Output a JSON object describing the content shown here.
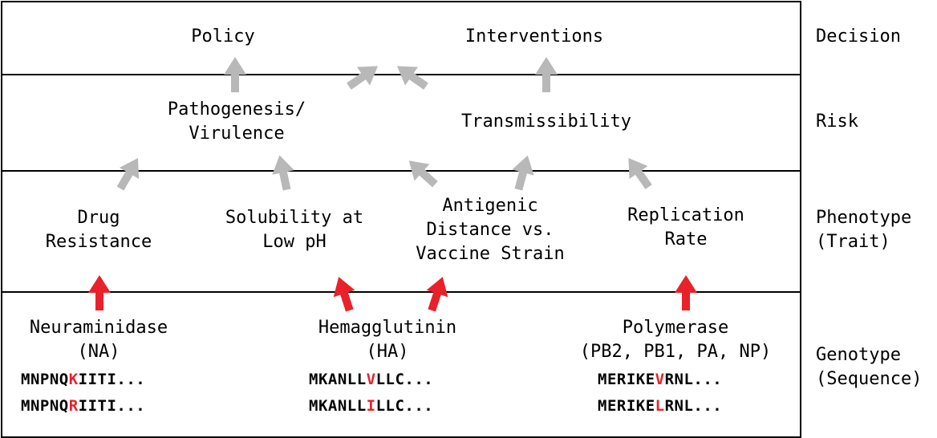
{
  "tiers": {
    "decision": "Decision",
    "risk": "Risk",
    "phenotype": [
      "Phenotype",
      "(Trait)"
    ],
    "genotype": [
      "Genotype",
      "(Sequence)"
    ]
  },
  "decision_row": {
    "policy": "Policy",
    "interventions": "Interventions"
  },
  "risk_row": {
    "pathogenesis": [
      "Pathogenesis/",
      "Virulence"
    ],
    "transmissibility": "Transmissibility"
  },
  "phenotype_row": {
    "drug_resistance": [
      "Drug",
      "Resistance"
    ],
    "solubility": [
      "Solubility at",
      "Low pH"
    ],
    "antigenic": [
      "Antigenic",
      "Distance vs.",
      "Vaccine Strain"
    ],
    "replication": [
      "Replication",
      "Rate"
    ]
  },
  "genotype_row": {
    "na": {
      "name": [
        "Neuraminidase",
        "(NA)"
      ],
      "seq1": {
        "pre": "MNPNQ",
        "mut": "K",
        "post": "IITI..."
      },
      "seq2": {
        "pre": "MNPNQ",
        "mut": "R",
        "post": "IITI..."
      }
    },
    "ha": {
      "name": [
        "Hemagglutinin",
        "(HA)"
      ],
      "seq1": {
        "pre": "MKANLL",
        "mut": "V",
        "post": "LLC..."
      },
      "seq2": {
        "pre": "MKANLL",
        "mut": "I",
        "post": "LLC..."
      }
    },
    "pol": {
      "name": [
        "Polymerase",
        "(PB2, PB1, PA, NP)"
      ],
      "seq1": {
        "pre": "MERIKE",
        "mut": "V",
        "post": "RNL..."
      },
      "seq2": {
        "pre": "MERIKE",
        "mut": "L",
        "post": "RNL..."
      }
    }
  },
  "colors": {
    "mutation": "#e8212b",
    "gray_arrow": "#b8b8b8",
    "line": "#000000"
  }
}
